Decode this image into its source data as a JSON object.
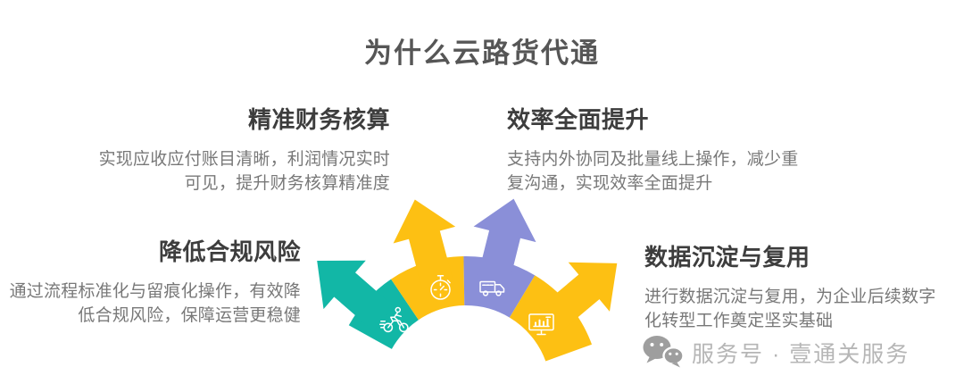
{
  "title": "为什么云路货代通",
  "features": [
    {
      "id": "finance",
      "title": "精准财务核算",
      "body": "实现应收应付账目清晰，利润情况实时\n可见，提升财务核算精准度"
    },
    {
      "id": "efficiency",
      "title": "效率全面提升",
      "body": "支持内外协同及批量线上操作，减少重\n复沟通，实现效率全面提升"
    },
    {
      "id": "compliance",
      "title": "降低合规风险",
      "body": "通过流程标准化与留痕化操作，有效降\n低合规风险，保障运营更稳健"
    },
    {
      "id": "data",
      "title": "数据沉淀与复用",
      "body": "进行数据沉淀与复用，为企业后续数字\n化转型工作奠定坚实基础"
    }
  ],
  "fan": {
    "segments": [
      {
        "name": "compliance",
        "color": "#12B7A6",
        "icon": "scooter-rider-icon"
      },
      {
        "name": "finance",
        "color": "#FDC013",
        "icon": "stopwatch-icon"
      },
      {
        "name": "efficiency",
        "color": "#8A8FD8",
        "icon": "delivery-truck-icon"
      },
      {
        "name": "data",
        "color": "#FDC013",
        "icon": "dashboard-monitor-icon"
      }
    ]
  },
  "watermark": {
    "icon": "wechat-icon",
    "icon_color": "#9E9E9E",
    "text": "服务号 · 壹通关服务"
  },
  "colors": {
    "teal": "#12B7A6",
    "yellow": "#FDC013",
    "purple": "#8A8FD8",
    "title_text": "#565656",
    "heading_text": "#3d3d3d",
    "body_text": "#787878",
    "watermark_text": "#b6b6b6"
  }
}
